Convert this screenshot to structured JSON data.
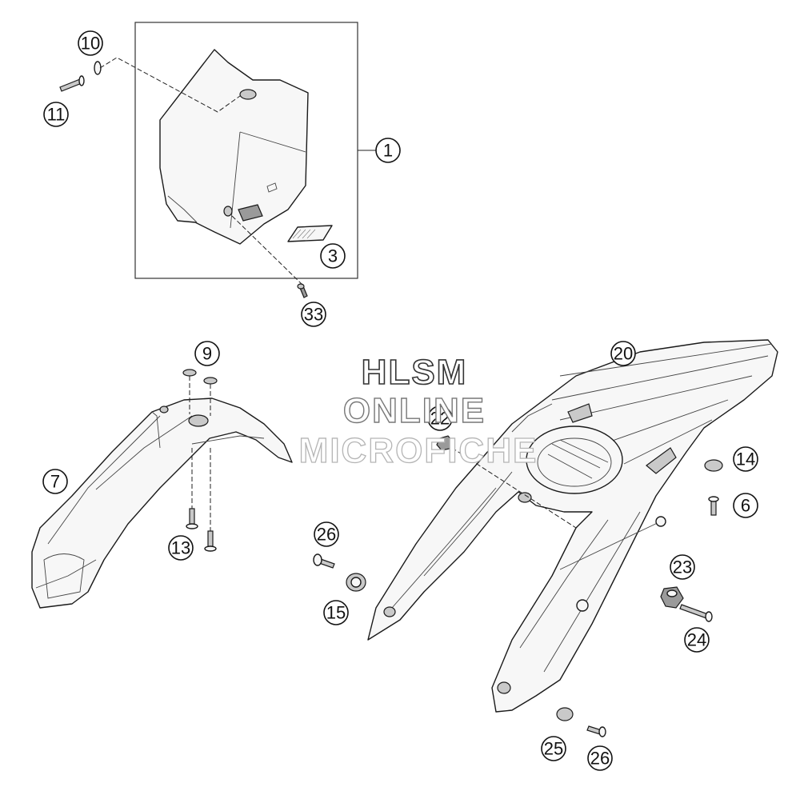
{
  "callouts": [
    "1",
    "3",
    "6",
    "7",
    "9",
    "10",
    "11",
    "13",
    "14",
    "15",
    "20",
    "22",
    "23",
    "24",
    "25",
    "26",
    "26",
    "33"
  ],
  "watermark": [
    "HLSM",
    "ONLINE",
    "MICROFICHE"
  ]
}
